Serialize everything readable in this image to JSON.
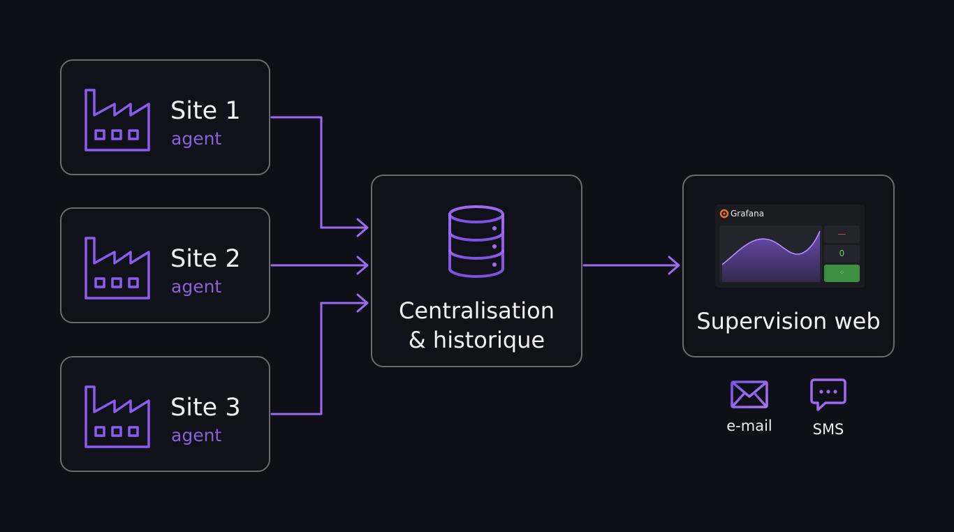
{
  "diagram": {
    "sites": [
      {
        "name": "Site 1",
        "role": "agent",
        "icon": "factory-icon"
      },
      {
        "name": "Site 2",
        "role": "agent",
        "icon": "factory-icon"
      },
      {
        "name": "Site 3",
        "role": "agent",
        "icon": "factory-icon"
      }
    ],
    "central": {
      "label_line1": "Centralisation",
      "label_line2": "& historique",
      "icon": "database-icon"
    },
    "supervision": {
      "label": "Supervision web",
      "dashboard": {
        "title": "Grafana",
        "icon": "grafana-logo-icon",
        "stat_values": [
          "—",
          "0",
          "⁘"
        ]
      }
    },
    "notifications": [
      {
        "label": "e-mail",
        "icon": "envelope-icon"
      },
      {
        "label": "SMS",
        "icon": "chat-bubble-icon"
      }
    ],
    "colors": {
      "background": "#0f0f17",
      "box_border": "#6b6b70",
      "accent": "#9b6cf0",
      "accent_text": "#8a62d8",
      "text": "#f2f2f5"
    }
  }
}
